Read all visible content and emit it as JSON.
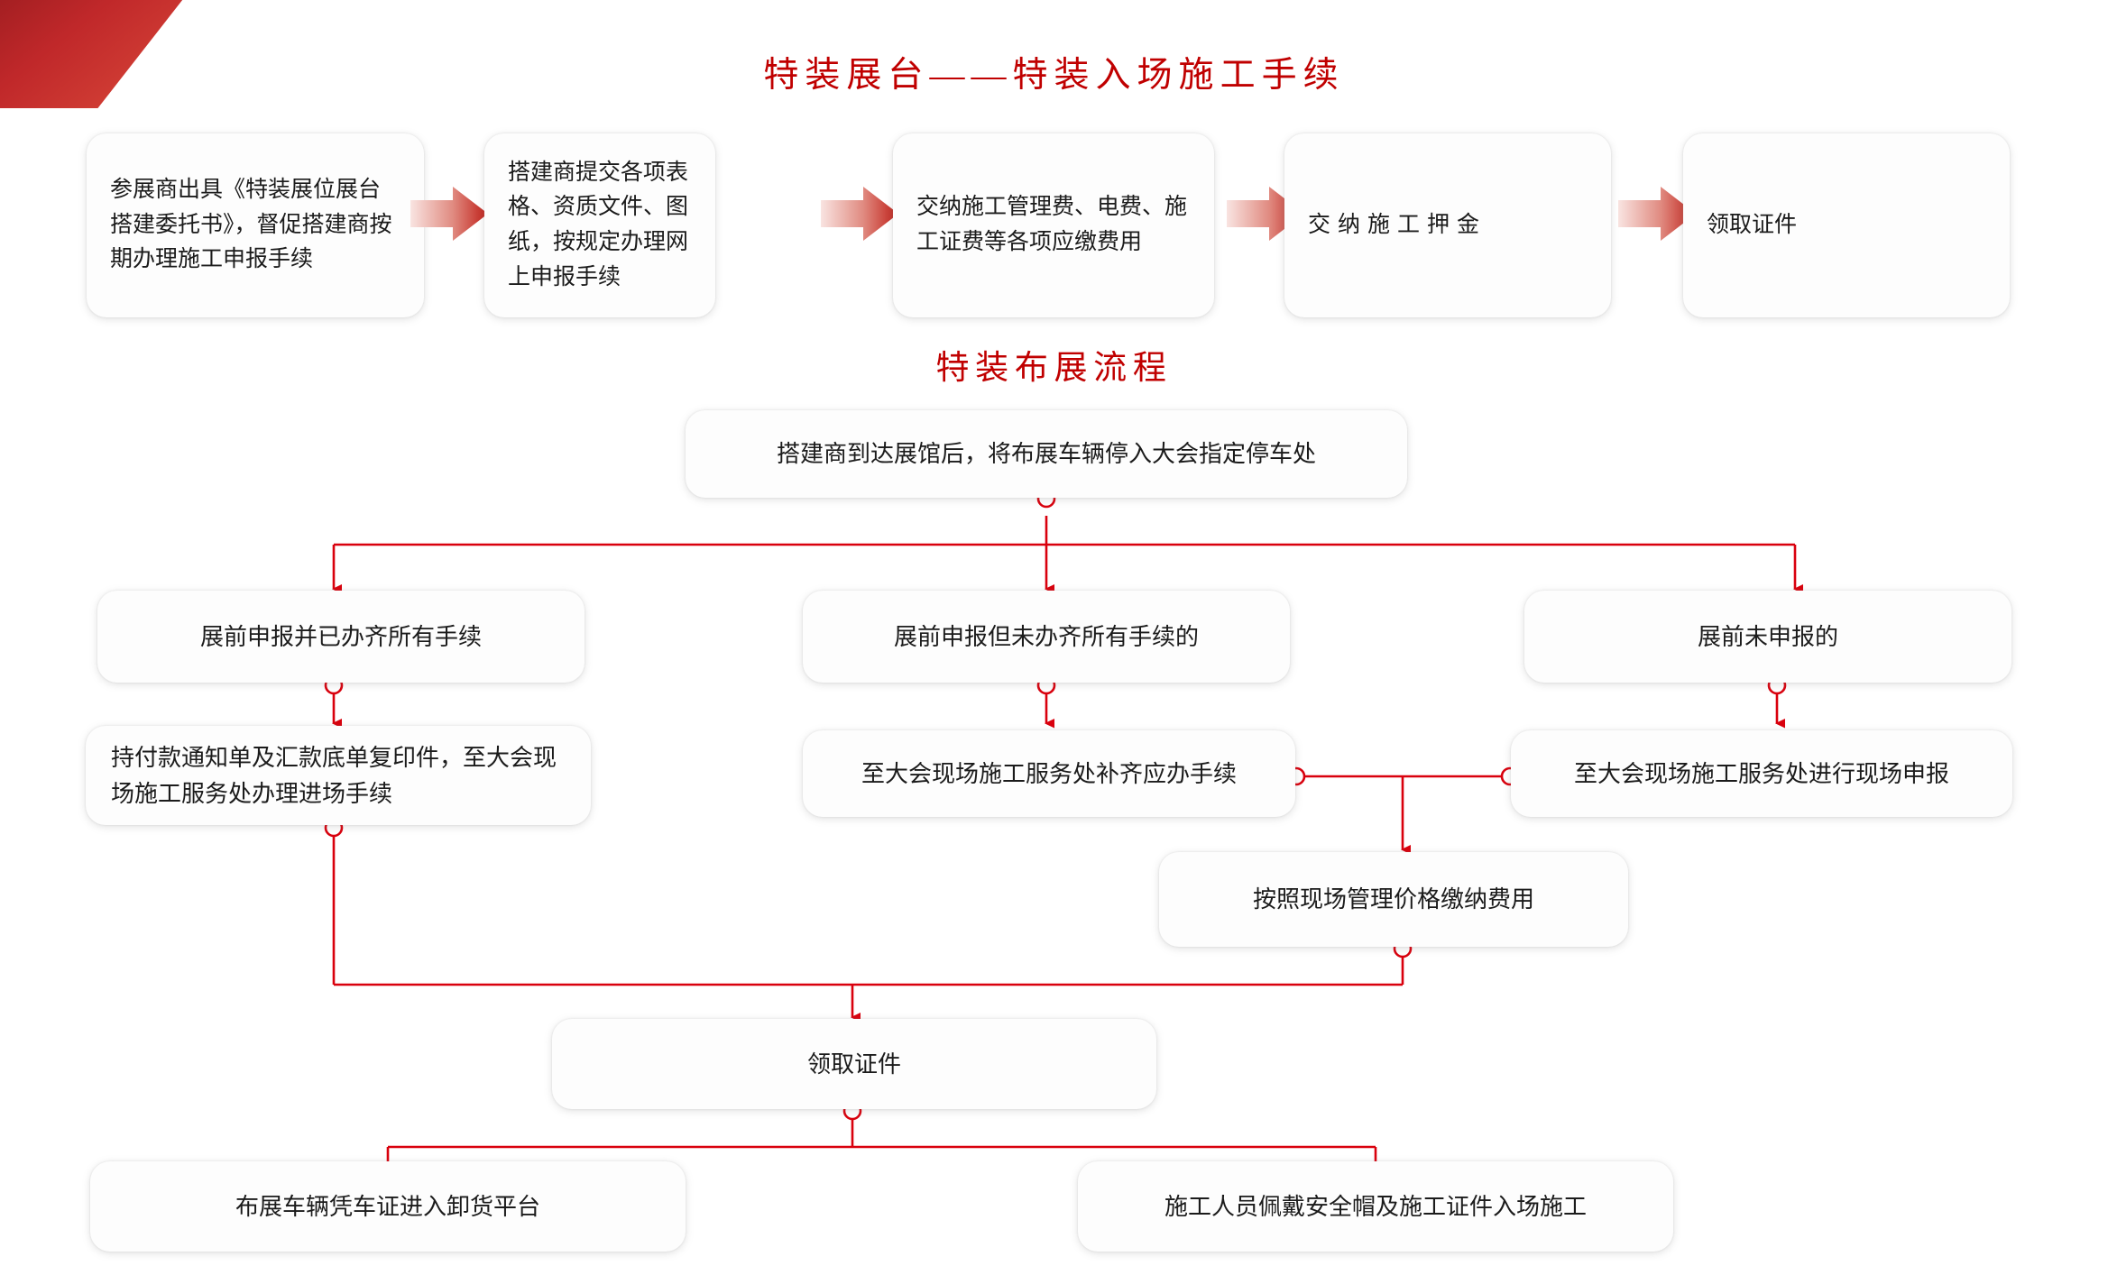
{
  "theme": {
    "accent_red": "#c00000",
    "connector_red": "#d9000d",
    "arrow_dark": "#c00000",
    "arrow_light": "#f6dcd8",
    "box_bg": "#fdfdfd",
    "text_color": "#1b1b1b"
  },
  "headings": {
    "main_title": "特装展台——特装入场施工手续",
    "second_title": "特装布展流程"
  },
  "procedure_row": {
    "steps": [
      {
        "id": "step-1",
        "text": "参展商出具《特装展位展台搭建委托书》，督促搭建商按期办理施工申报手续",
        "spaced": false
      },
      {
        "id": "step-2",
        "text": "搭建商提交各项表格、资质文件、图纸，按规定办理网上申报手续",
        "spaced": false
      },
      {
        "id": "step-3",
        "text": "交纳施工管理费、电费、施工证费等各项应缴费用",
        "spaced": false
      },
      {
        "id": "step-4",
        "text": "交纳施工押金",
        "spaced": true
      },
      {
        "id": "step-5",
        "text": "领取证件",
        "spaced": false
      }
    ],
    "arrow_icons": [
      "chevron-right-icon",
      "chevron-right-icon",
      "chevron-right-icon",
      "chevron-right-icon"
    ]
  },
  "flow": {
    "start": {
      "id": "flow-start",
      "text": "搭建商到达展馆后，将布展车辆停入大会指定停车处"
    },
    "branches": [
      {
        "id": "branch-left",
        "text": "展前申报并已办齐所有手续"
      },
      {
        "id": "branch-middle",
        "text": "展前申报但未办齐所有手续的"
      },
      {
        "id": "branch-right",
        "text": "展前未申报的"
      }
    ],
    "actions": [
      {
        "id": "action-left",
        "text": "持付款通知单及汇款底单复印件，至大会现场施工服务处办理进场手续"
      },
      {
        "id": "action-middle",
        "text": "至大会现场施工服务处补齐应办手续"
      },
      {
        "id": "action-right",
        "text": "至大会现场施工服务处进行现场申报"
      }
    ],
    "payment": {
      "id": "payment-box",
      "text": "按照现场管理价格缴纳费用"
    },
    "badge": {
      "id": "badge-box",
      "text": "领取证件"
    },
    "outcomes": [
      {
        "id": "outcome-left",
        "text": "布展车辆凭车证进入卸货平台"
      },
      {
        "id": "outcome-right",
        "text": "施工人员佩戴安全帽及施工证件入场施工"
      }
    ]
  }
}
